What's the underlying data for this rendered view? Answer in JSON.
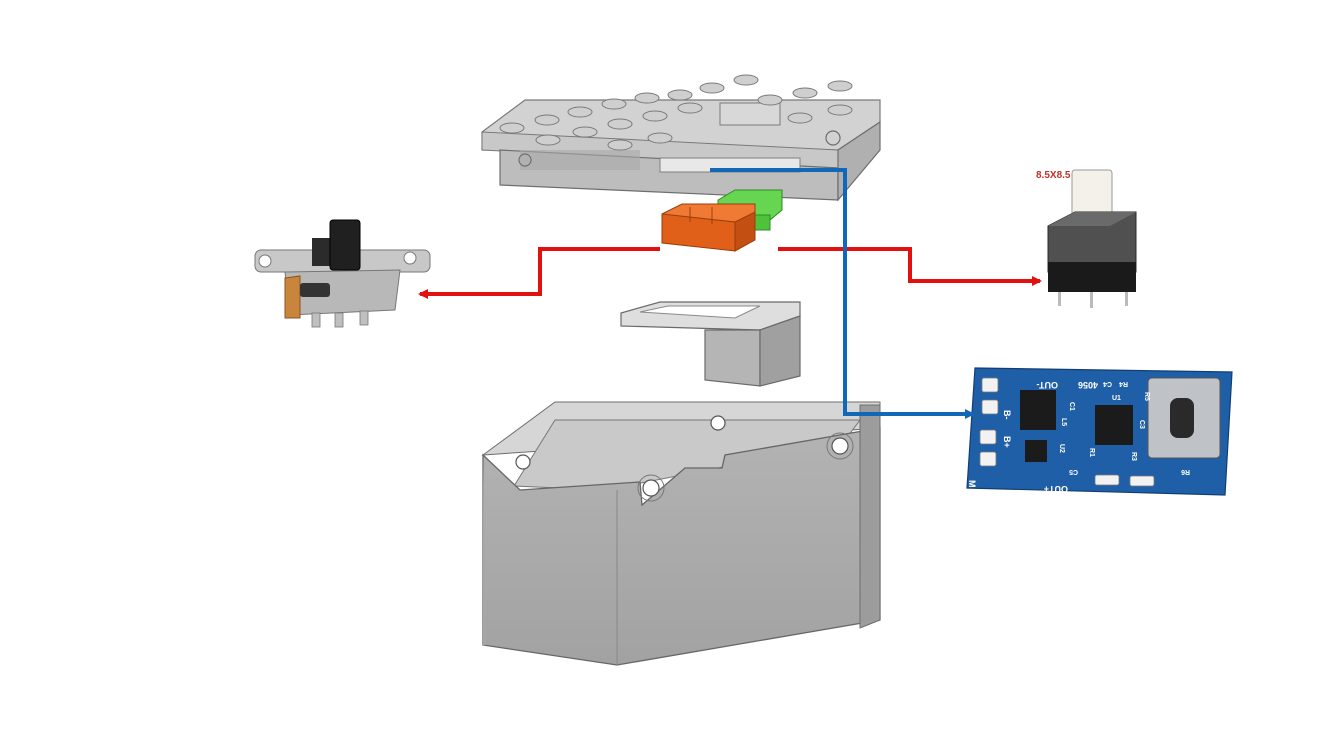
{
  "button_switch": {
    "size_label": "8.5X8.5"
  },
  "charger_board": {
    "chip_label": "4056",
    "pads_left": [
      "B-",
      "B+"
    ],
    "pad_out_minus": "OUT-",
    "pad_out_plus": "OUT+",
    "corner_mark": "M",
    "silkscreen": [
      "R4",
      "C4",
      "R5",
      "C1",
      "C3",
      "R1",
      "U2",
      "R3",
      "R6",
      "U1",
      "L5",
      "C5"
    ]
  },
  "colors": {
    "power_arrow": "#e31010",
    "signal_arrow": "#1268b8",
    "connector_orange": "#e0601a",
    "connector_green": "#4fc23c",
    "pcb_blue": "#1f5fa8",
    "enclosure_gray": "#a8a8a8",
    "lid_gray": "#c4c4c4",
    "label_red": "#c0302a"
  },
  "icons": [
    "slide-switch-icon",
    "push-button-icon",
    "charger-module-icon"
  ]
}
